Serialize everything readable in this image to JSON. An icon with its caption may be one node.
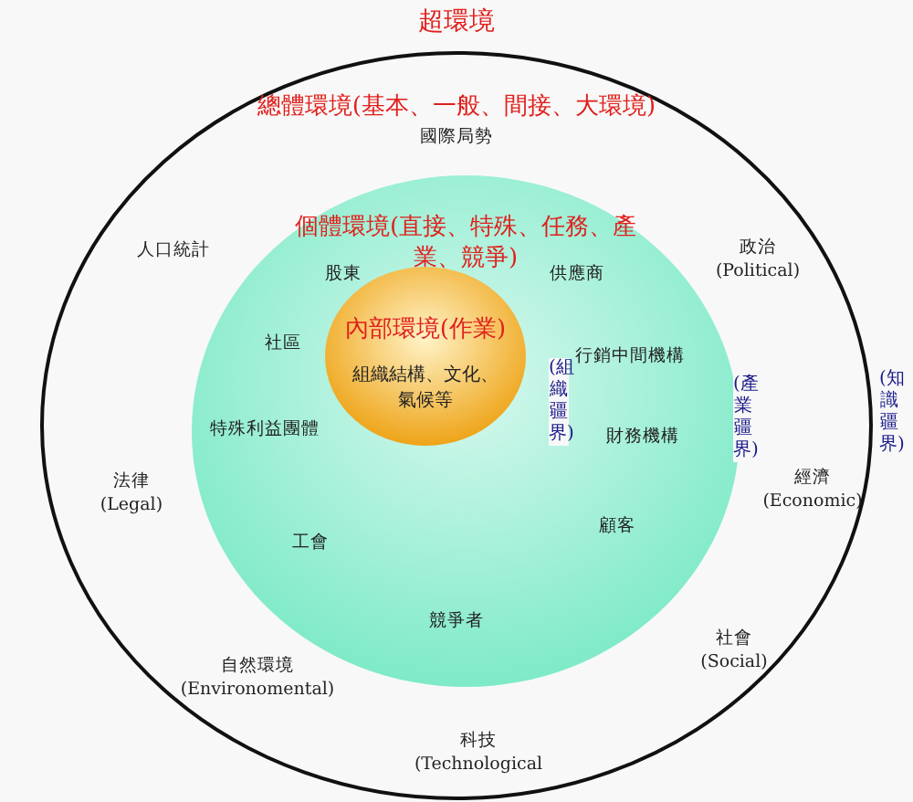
{
  "diagram": {
    "title": "超環境",
    "nodes": [
      {
        "text": [
          "總體環境(基本、一般、間接、大環境)"
        ]
      },
      {
        "text": [
          "個體環境(直接、特殊、任務、產業、競爭)"
        ],
        "in": 0
      },
      {
        "text": [
          "內部環境(作業)",
          "組織結構、文化、氣候等"
        ],
        "in": 1
      }
    ],
    "edges": [],
    "labels": [
      "國際局勢",
      "人口統計",
      "政治 (Political)",
      "股東",
      "供應商",
      "社區",
      "(組織疆界)",
      "行銷中間機構",
      "(產業疆界)",
      "(知識疆界)",
      "特殊利益團體",
      "財務機構",
      "經濟 (Economic)",
      "法律 (Legal)",
      "顧客",
      "工會",
      "競爭者",
      "社會 (Social)",
      "自然環境 (Environomental)",
      "科技 (Technological"
    ]
  }
}
